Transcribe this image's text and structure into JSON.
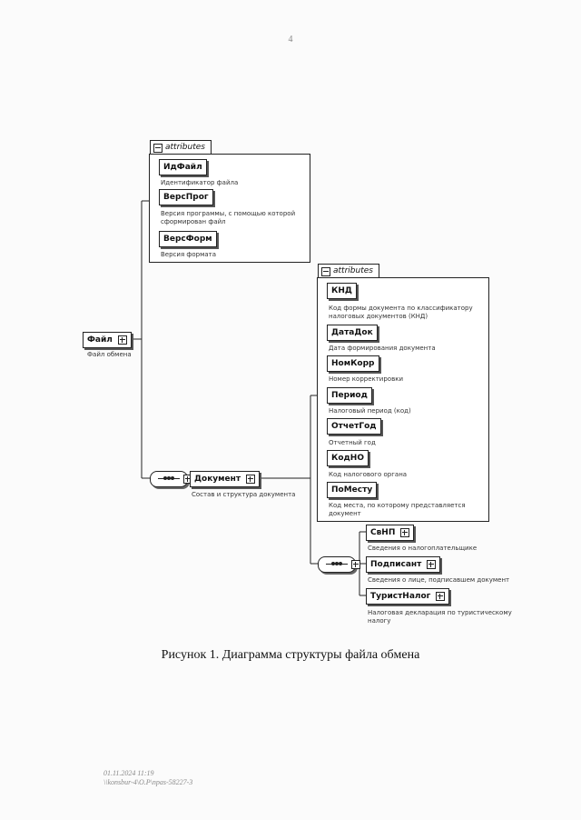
{
  "page_number": "4",
  "attributes_label": "attributes",
  "root": {
    "name": "Файл",
    "description": "Файл обмена"
  },
  "file_attributes": [
    {
      "name": "ИдФайл",
      "description": "Идентификатор файла"
    },
    {
      "name": "ВерсПрог",
      "description": "Версия программы, с помощью которой сформирован файл"
    },
    {
      "name": "ВерсФорм",
      "description": "Версия формата"
    }
  ],
  "document": {
    "name": "Документ",
    "description": "Состав и структура документа"
  },
  "document_attributes": [
    {
      "name": "КНД",
      "description": "Код формы документа по классификатору налоговых документов (КНД)"
    },
    {
      "name": "ДатаДок",
      "description": "Дата формирования документа"
    },
    {
      "name": "НомКорр",
      "description": "Номер корректировки"
    },
    {
      "name": "Период",
      "description": "Налоговый период (код)"
    },
    {
      "name": "ОтчетГод",
      "description": "Отчетный год"
    },
    {
      "name": "КодНО",
      "description": "Код налогового органа"
    },
    {
      "name": "ПоМесту",
      "description": "Код места, по которому представляется документ"
    }
  ],
  "document_children": [
    {
      "name": "СвНП",
      "description": "Сведения о налогоплательщике"
    },
    {
      "name": "Подписант",
      "description": "Сведения о лице, подписавшем документ"
    },
    {
      "name": "ТуристНалог",
      "description": "Налоговая декларация по туристическому налогу"
    }
  ],
  "caption": "Рисунок 1. Диаграмма структуры файла обмена",
  "stamp_line1": "01.11.2024 11:19",
  "stamp_line2": "\\\\konsbur-4\\O.P\\npas-58227-3"
}
